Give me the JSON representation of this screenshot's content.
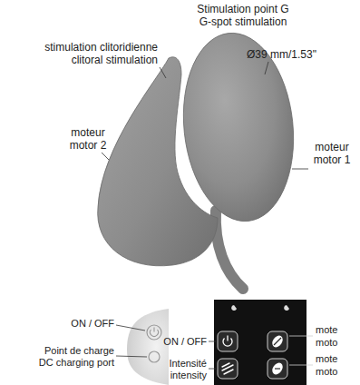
{
  "diagram": {
    "labels": [
      "Stimulation point G",
      "G-spot stimulation",
      "stimulation clitoridienne",
      "clitoral stimulation",
      "Ø39 mm/1.53\"",
      "moteur",
      "motor 2",
      "moteur",
      "motor 1",
      "ON / OFF",
      "Point de charge",
      "DC charging port",
      "ON / OFF",
      "Intensité",
      "intensity",
      "mote",
      "moto",
      "mote",
      "moto"
    ]
  }
}
